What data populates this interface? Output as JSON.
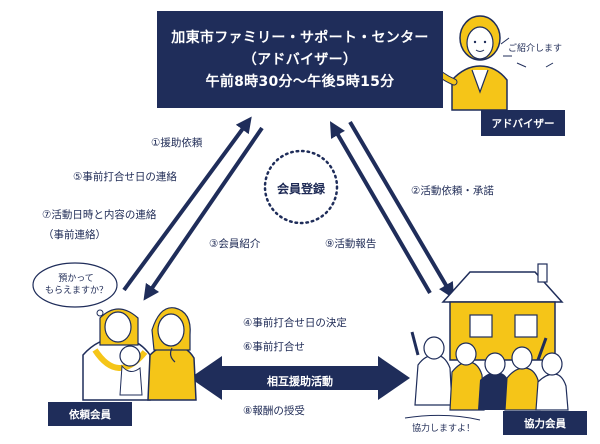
{
  "center": {
    "line1": "加東市ファミリー・サポート・センター",
    "line2": "（アドバイザー）",
    "line3": "午前8時30分～午後5時15分"
  },
  "advisor": {
    "speech": "ご紹介します",
    "tag": "アドバイザー"
  },
  "left_arrow_labels": {
    "l1": "①援助依頼",
    "l5": "⑤事前打合せ日の連絡",
    "l7a": "⑦活動日時と内容の連絡",
    "l7b": "（事前連絡）",
    "l3": "③会員紹介"
  },
  "right_arrow_labels": {
    "l2": "②活動依頼・承諾",
    "l9": "⑨活動報告"
  },
  "members_circle": "会員登録",
  "bottom_labels": {
    "l4": "④事前打合せ日の決定",
    "l6": "⑥事前打合せ",
    "mutual": "相互援助活動",
    "l8": "⑧報酬の授受"
  },
  "requester": {
    "speech_line1": "預かって",
    "speech_line2": "もらえますか？",
    "tag": "依頼会員"
  },
  "helper": {
    "speech": "協力しますよ！",
    "tag": "協力会員"
  },
  "colors": {
    "navy": "#1f2d5a",
    "yellow": "#f5c518",
    "skin": "#ffffff"
  }
}
